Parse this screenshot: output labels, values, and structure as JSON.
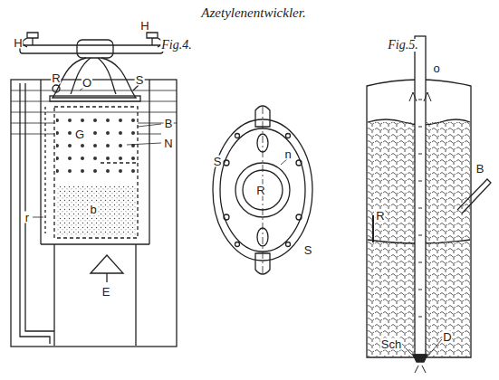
{
  "diagram": {
    "title": "Azetylenentwickler.",
    "labels": [
      "Fig.4.",
      "H",
      "H",
      "R",
      "O",
      "S",
      "G",
      "B",
      "N",
      "b",
      "r",
      "E",
      "S",
      "n",
      "R",
      "S",
      "Fig.5.",
      "o",
      "B",
      "R",
      "Sch",
      "D"
    ]
  }
}
